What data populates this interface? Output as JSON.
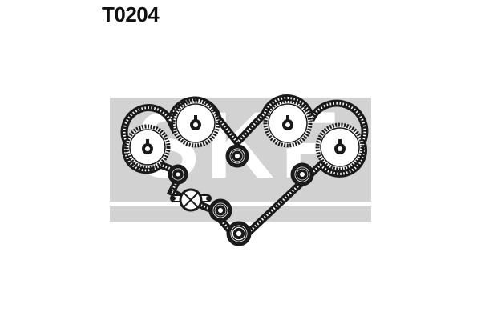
{
  "part_code": "T0204",
  "watermark_text": "SKF",
  "colors": {
    "band": "#d2d2d2",
    "watermark": "#ffffff",
    "belt": "#1a1a1a",
    "pulley_fill": "#ffffff"
  },
  "pulleys": [
    {
      "name": "camshaft-pulley-left-outer",
      "kind": "cam"
    },
    {
      "name": "camshaft-pulley-left-inner",
      "kind": "cam"
    },
    {
      "name": "camshaft-pulley-right-inner",
      "kind": "cam"
    },
    {
      "name": "camshaft-pulley-right-outer",
      "kind": "cam"
    },
    {
      "name": "idler-pulley-center-top",
      "kind": "idler"
    },
    {
      "name": "idler-pulley-right",
      "kind": "idler"
    },
    {
      "name": "tensioner-roller",
      "kind": "idler"
    },
    {
      "name": "idler-pulley-lower",
      "kind": "idler"
    },
    {
      "name": "crankshaft-pulley",
      "kind": "crank"
    }
  ]
}
